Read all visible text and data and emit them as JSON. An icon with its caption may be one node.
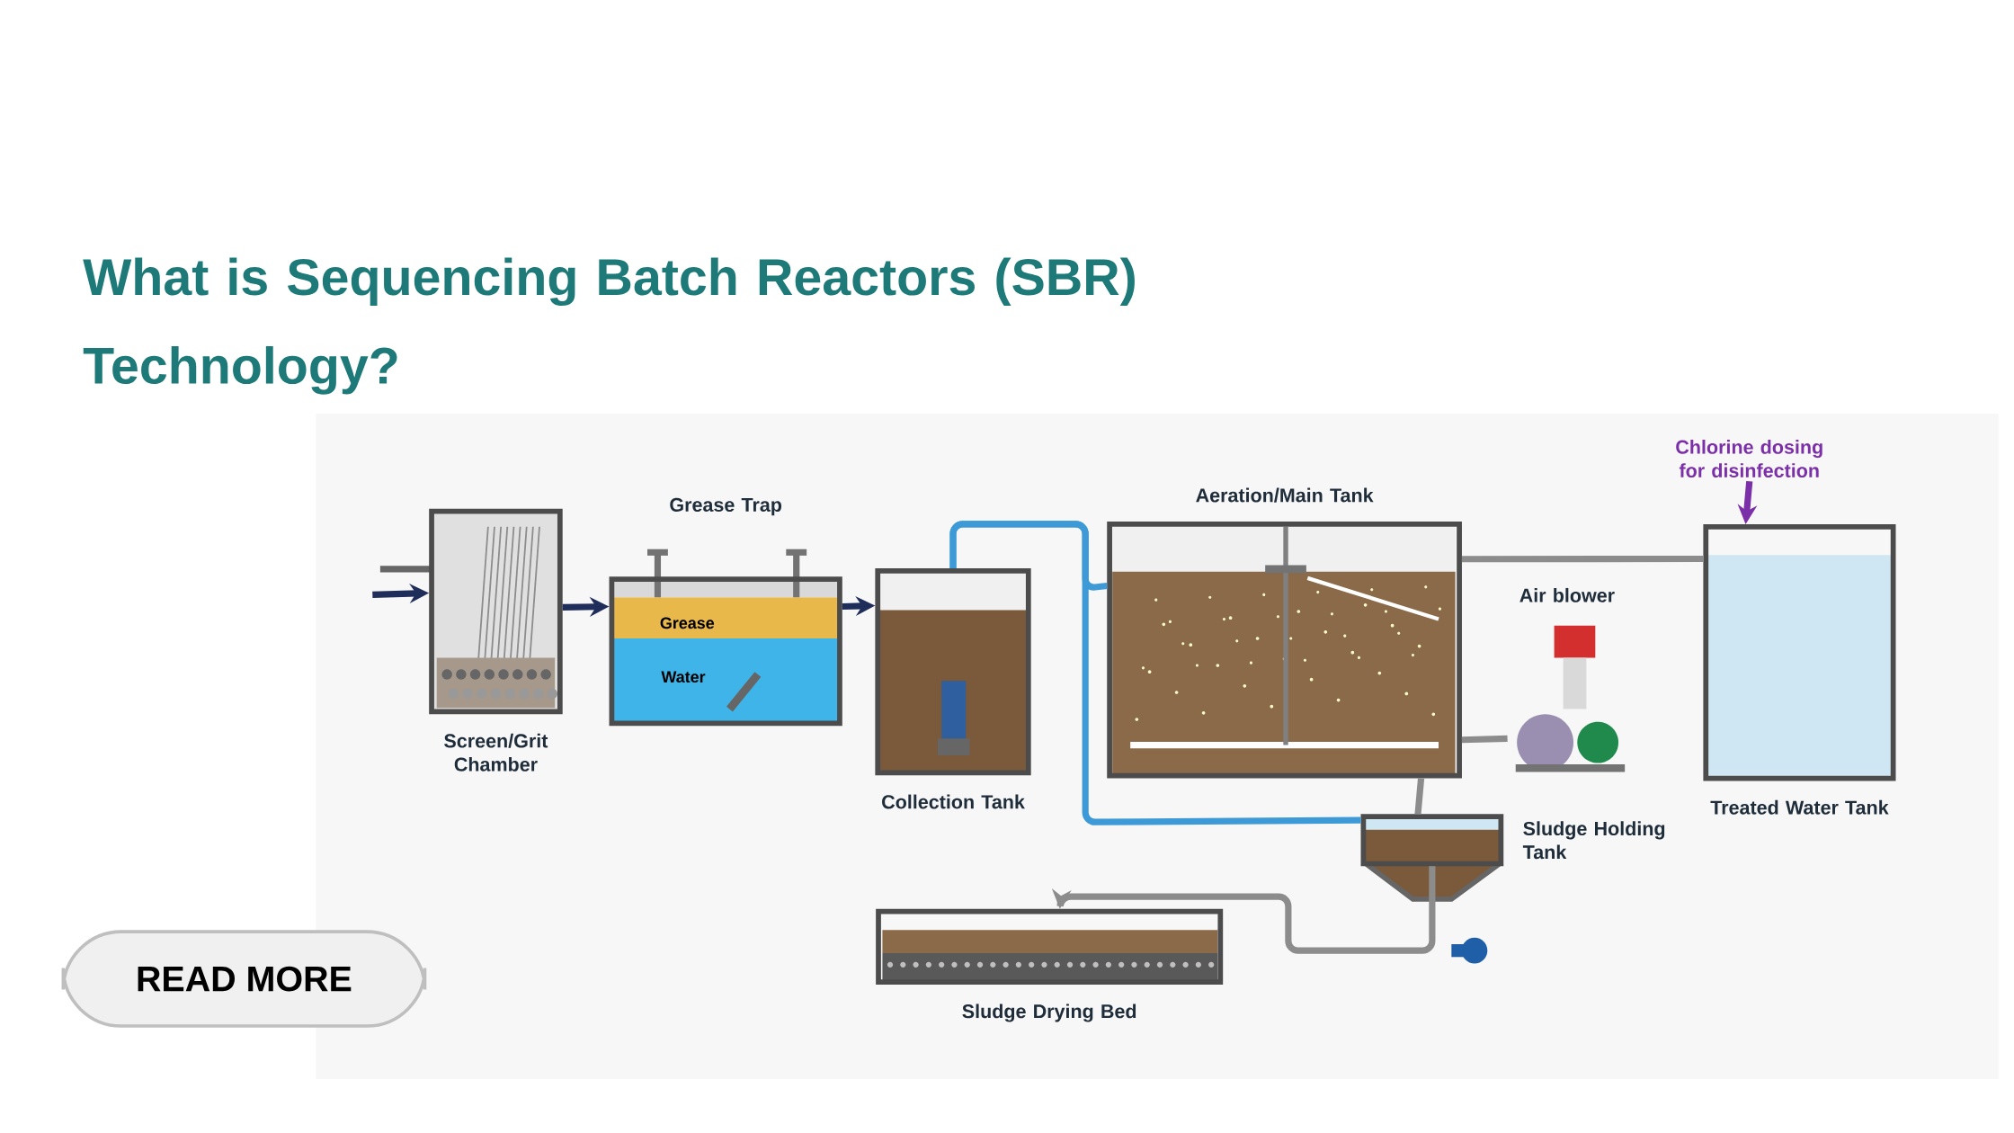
{
  "diagram": {
    "title": "What is Sequencing Batch Reactors (SBR) Technology?",
    "nodes": [
      {
        "text": [
          "Screen/Grit Chamber"
        ]
      },
      {
        "text": [
          "Grease Trap"
        ]
      },
      {
        "text": [
          "Collection Tank"
        ]
      },
      {
        "text": [
          "Aeration/Main Tank"
        ]
      },
      {
        "text": [
          "Air blower"
        ]
      },
      {
        "text": [
          "Treated Water Tank"
        ]
      },
      {
        "text": [
          "Sludge Holding Tank"
        ]
      },
      {
        "text": [
          "Sludge Drying Bed"
        ]
      },
      {
        "text": [
          "Chlorine dosing for disinfection"
        ]
      }
    ],
    "edges": [
      {
        "from": null,
        "to": 0,
        "arrow": "to",
        "color": "#1f2d5a"
      },
      {
        "from": 0,
        "to": 1,
        "arrow": "to",
        "color": "#1f2d5a"
      },
      {
        "from": 1,
        "to": 2,
        "arrow": "to",
        "color": "#1f2d5a"
      },
      {
        "from": 2,
        "to": 3,
        "arrow": "none",
        "color": "#3d9ad6"
      },
      {
        "from": 2,
        "to": 6,
        "arrow": "none",
        "color": "#3d9ad6"
      },
      {
        "from": 3,
        "to": 5,
        "arrow": "none"
      },
      {
        "from": 4,
        "to": 3,
        "arrow": "none"
      },
      {
        "from": 3,
        "to": 6,
        "arrow": "none"
      },
      {
        "from": 6,
        "to": 7,
        "arrow": "to"
      },
      {
        "from": 8,
        "to": 5,
        "arrow": "to",
        "color": "#7b2fa8"
      }
    ],
    "labels": [
      "Grease",
      "Water",
      "READ MORE"
    ]
  }
}
